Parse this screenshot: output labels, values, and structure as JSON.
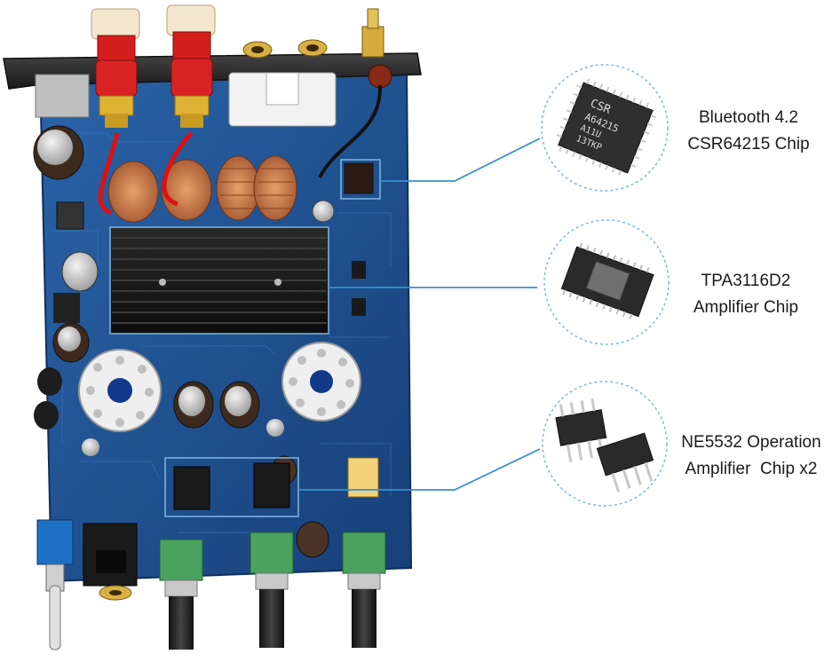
{
  "callouts": [
    {
      "line1": "Bluetooth 4.2",
      "line2": "CSR64215 Chip",
      "chip_marking": [
        "CSR",
        "A64215",
        "A11U",
        "13TKP"
      ]
    },
    {
      "line1": "TPA3116D2",
      "line2": "Amplifier Chip"
    },
    {
      "line1": "NE5532 Operation",
      "line2": "Amplifier  Chip x2"
    }
  ],
  "colors": {
    "pcb": "#1d4f8f",
    "pcb_dark": "#143a6e",
    "heatsink": "#161616",
    "callout_line": "#3a8fd0",
    "callout_ring": "#7fb7e6",
    "faceplate": "#2a2a2a",
    "copper": "#c8743c",
    "knob_green": "#3f9a5b"
  }
}
